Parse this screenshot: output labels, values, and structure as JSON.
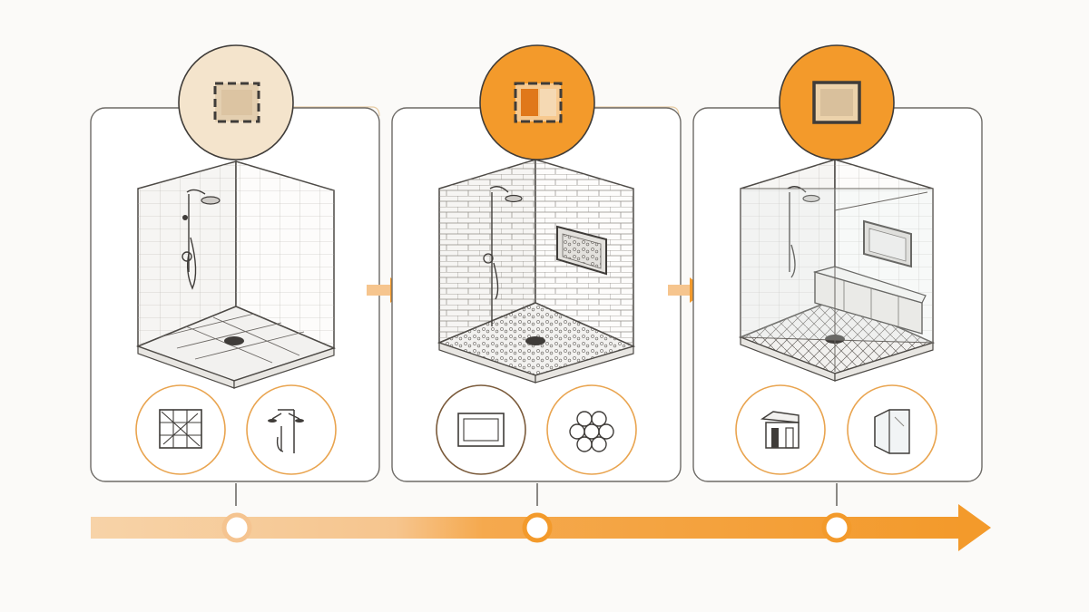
{
  "colors": {
    "stage1_badge": "#f4e4cc",
    "stage2_badge": "#f39a2b",
    "stage3_badge": "#f39a2b",
    "accent": "#f39a2b",
    "accent_light": "#f6c58e",
    "ink": "#3f3c39"
  },
  "stages": [
    {
      "badge_icon": "dashed-tile-outline-icon",
      "scene": "plain-tiled-shower",
      "feature_icons": [
        "tile-grid-icon",
        "shower-fixture-icon"
      ]
    },
    {
      "badge_icon": "half-filled-tile-icon",
      "scene": "subway-tile-shower-with-niche",
      "feature_icons": [
        "wall-niche-icon",
        "pebble-mosaic-icon"
      ]
    },
    {
      "badge_icon": "filled-tile-icon",
      "scene": "glass-enclosed-shower-with-bench",
      "feature_icons": [
        "shower-bench-icon",
        "glass-panel-icon"
      ]
    }
  ],
  "arrows": [
    "progress-arrow-icon",
    "progress-arrow-icon"
  ],
  "timeline": {
    "milestones": 3,
    "end_icon": "arrowhead-icon"
  }
}
